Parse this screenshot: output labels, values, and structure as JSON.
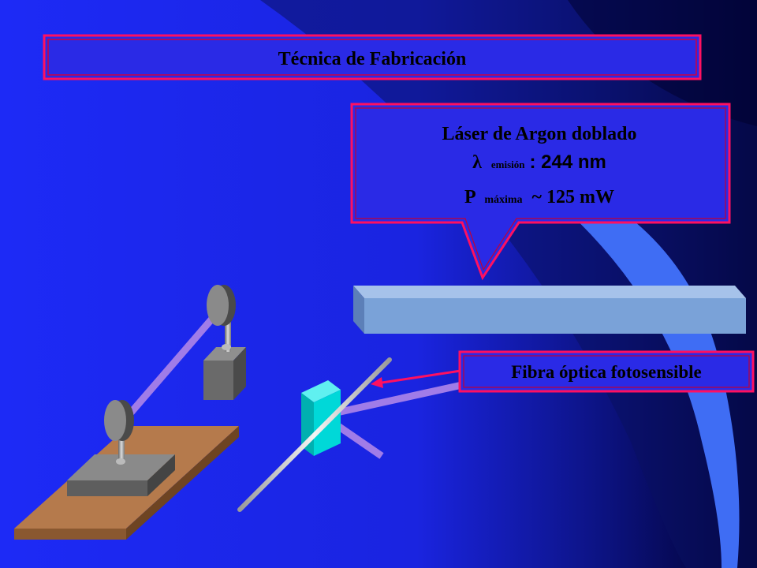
{
  "slide": {
    "title": "Técnica de Fabricación"
  },
  "laser_callout": {
    "line1": "Láser de Argon doblado",
    "lambda_symbol": "λ",
    "lambda_subscript": "emisión",
    "lambda_value": ": 244 nm",
    "power_symbol": "P",
    "power_subscript": "máxima",
    "power_value": "~ 125 mW"
  },
  "fiber_label": {
    "text": "Fibra óptica fotosensible"
  },
  "colors": {
    "background_dark": "#00003a",
    "background_blue": "#1f2cf4",
    "swoosh": "#3d6cf2",
    "box_fill": "#2626e6",
    "box_border": "#ff0a56",
    "beam": "#a880e8",
    "laser_tube": "#7aa0d6",
    "board": "#b87a4a",
    "mount": "#777777",
    "beamsplitter": "#00d2d2"
  }
}
